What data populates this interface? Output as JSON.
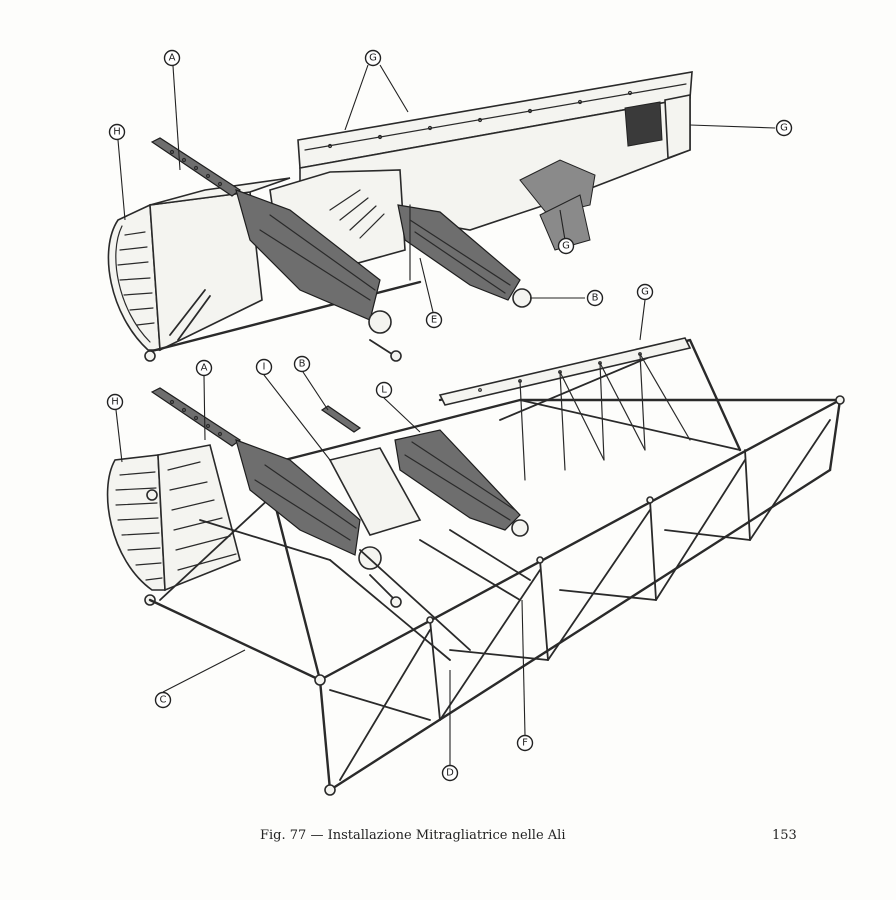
{
  "figure": {
    "caption": "Fig. 77 — Installazione Mitragliatrice nelle Ali",
    "page_number": "153"
  },
  "callouts": {
    "A": "A",
    "B": "B",
    "C": "C",
    "D": "D",
    "E": "E",
    "F": "F",
    "G": "G",
    "H": "H",
    "I": "I",
    "L": "L"
  }
}
